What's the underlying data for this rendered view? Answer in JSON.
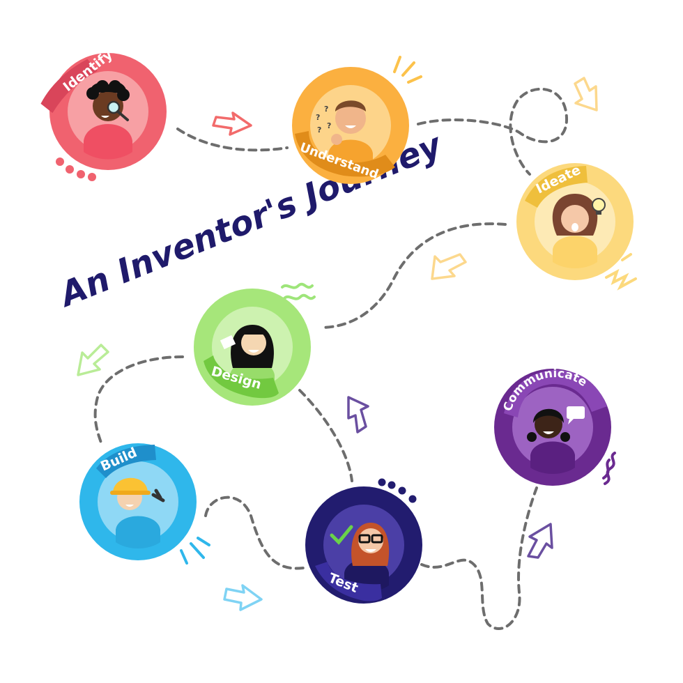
{
  "title": "An Inventor's Journey",
  "stages": [
    {
      "key": "identify",
      "label": "Identify",
      "color": "#f0626f",
      "inner": "#f7a0a4",
      "band": "#d9455a"
    },
    {
      "key": "understand",
      "label": "Understand",
      "color": "#fbb040",
      "inner": "#fdd48a",
      "band": "#e08c1a"
    },
    {
      "key": "ideate",
      "label": "Ideate",
      "color": "#fcd97d",
      "inner": "#fdeab5",
      "band": "#efbf3c"
    },
    {
      "key": "design",
      "label": "Design",
      "color": "#a6e67a",
      "inner": "#cdf2b0",
      "band": "#72c940"
    },
    {
      "key": "build",
      "label": "Build",
      "color": "#2fb7eb",
      "inner": "#8fd8f5",
      "band": "#1f8fcb"
    },
    {
      "key": "test",
      "label": "Test",
      "color": "#221c6f",
      "inner": "#4b3fa6",
      "band": "#3a2fa0"
    },
    {
      "key": "communicate",
      "label": "Communicate",
      "color": "#6a2a90",
      "inner": "#9d63c2",
      "band": "#8a47b5"
    }
  ]
}
